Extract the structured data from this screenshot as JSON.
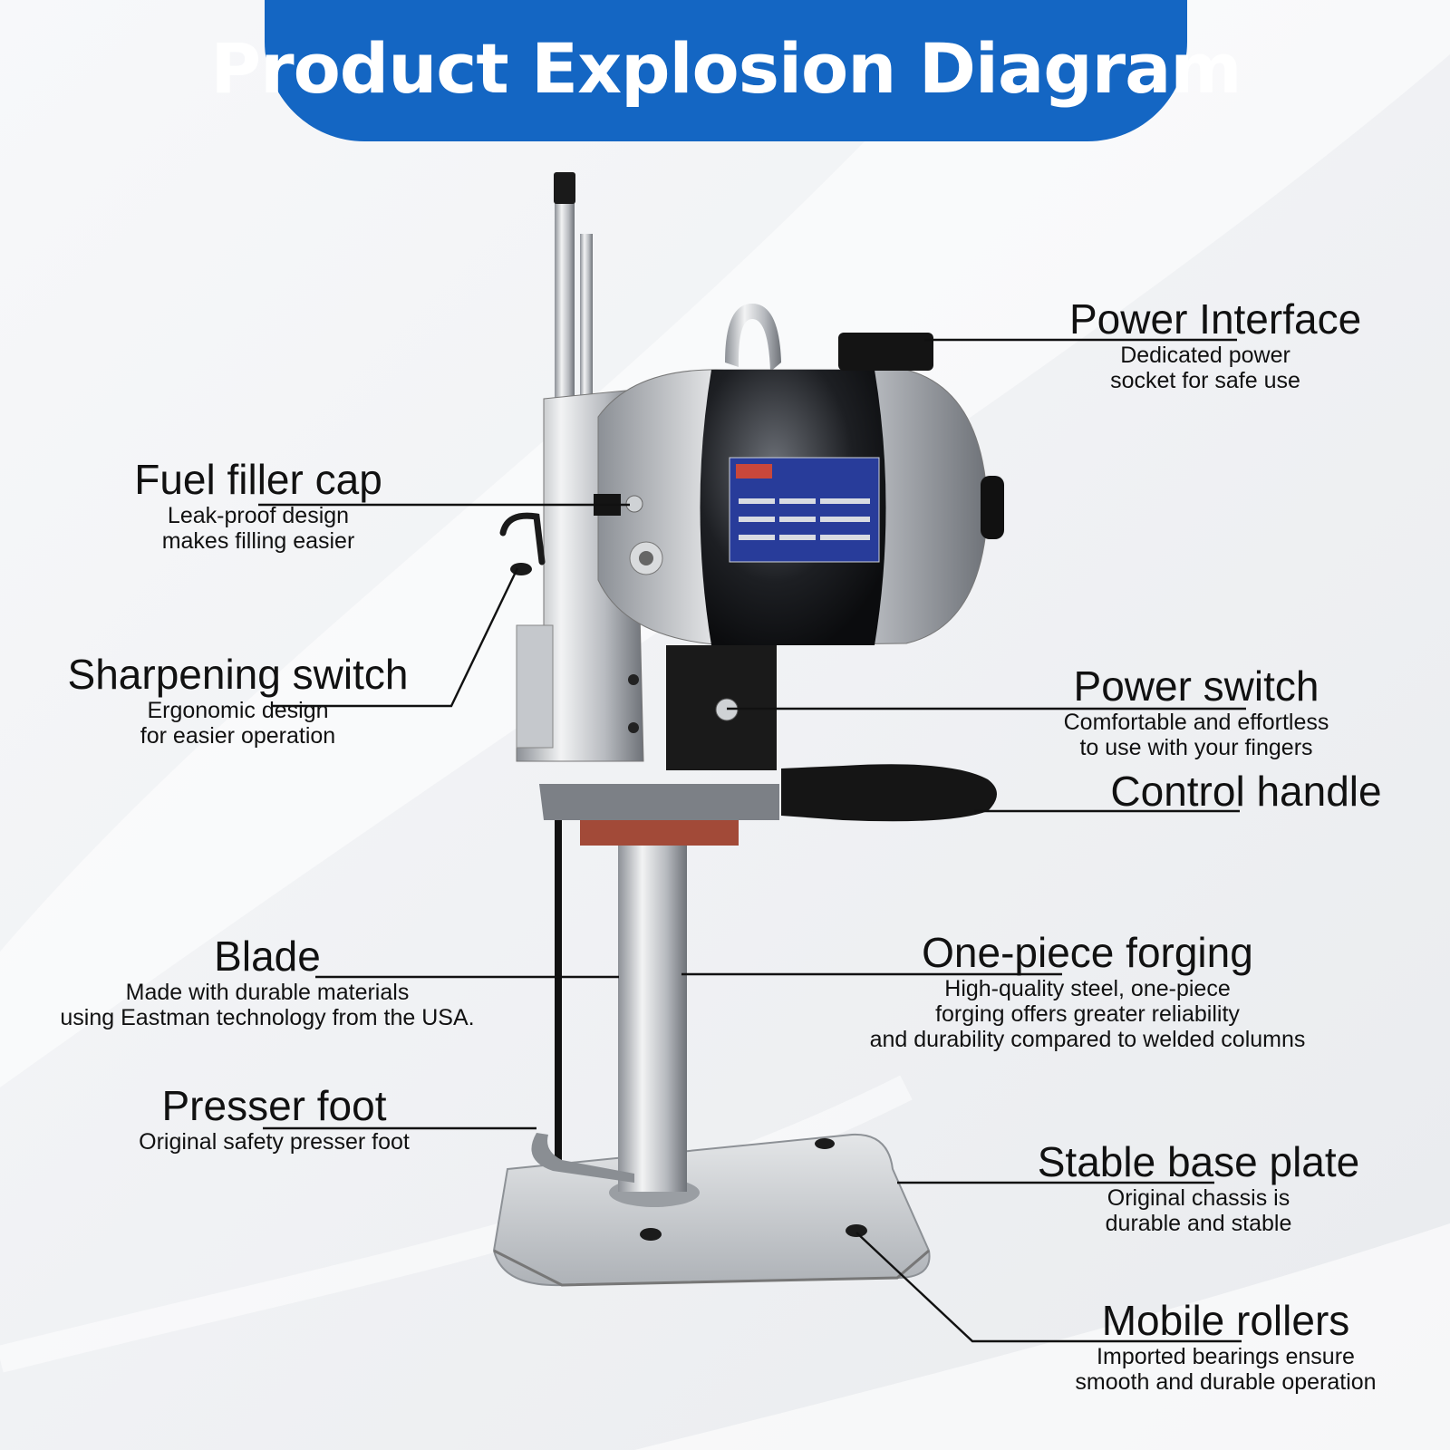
{
  "header": {
    "title": "Product Explosion Diagram"
  },
  "colors": {
    "banner": "#1466c3",
    "text": "#111111",
    "leader": "#111111"
  },
  "callouts": {
    "power_interface": {
      "title": "Power Interface",
      "desc": [
        "Dedicated power",
        "socket for safe use"
      ]
    },
    "fuel_filler_cap": {
      "title": "Fuel filler cap",
      "desc": [
        "Leak-proof design",
        "makes filling easier"
      ]
    },
    "sharpening_switch": {
      "title": "Sharpening switch",
      "desc": [
        "Ergonomic design",
        "for easier operation"
      ]
    },
    "power_switch": {
      "title": "Power switch",
      "desc": [
        "Comfortable and effortless",
        "to use with your fingers"
      ]
    },
    "control_handle": {
      "title": "Control handle",
      "desc": []
    },
    "blade": {
      "title": "Blade",
      "desc": [
        "Made with durable materials",
        "using Eastman technology from the USA."
      ]
    },
    "one_piece_forging": {
      "title": "One-piece forging",
      "desc": [
        "High-quality steel, one-piece",
        "forging offers greater reliability",
        "and durability compared to welded columns"
      ]
    },
    "presser_foot": {
      "title": "Presser foot",
      "desc": [
        "Original safety presser foot"
      ]
    },
    "stable_base_plate": {
      "title": "Stable base plate",
      "desc": [
        "Original chassis is",
        "durable and stable"
      ]
    },
    "mobile_rollers": {
      "title": "Mobile rollers",
      "desc": [
        "Imported bearings ensure",
        "smooth and durable operation"
      ]
    }
  }
}
